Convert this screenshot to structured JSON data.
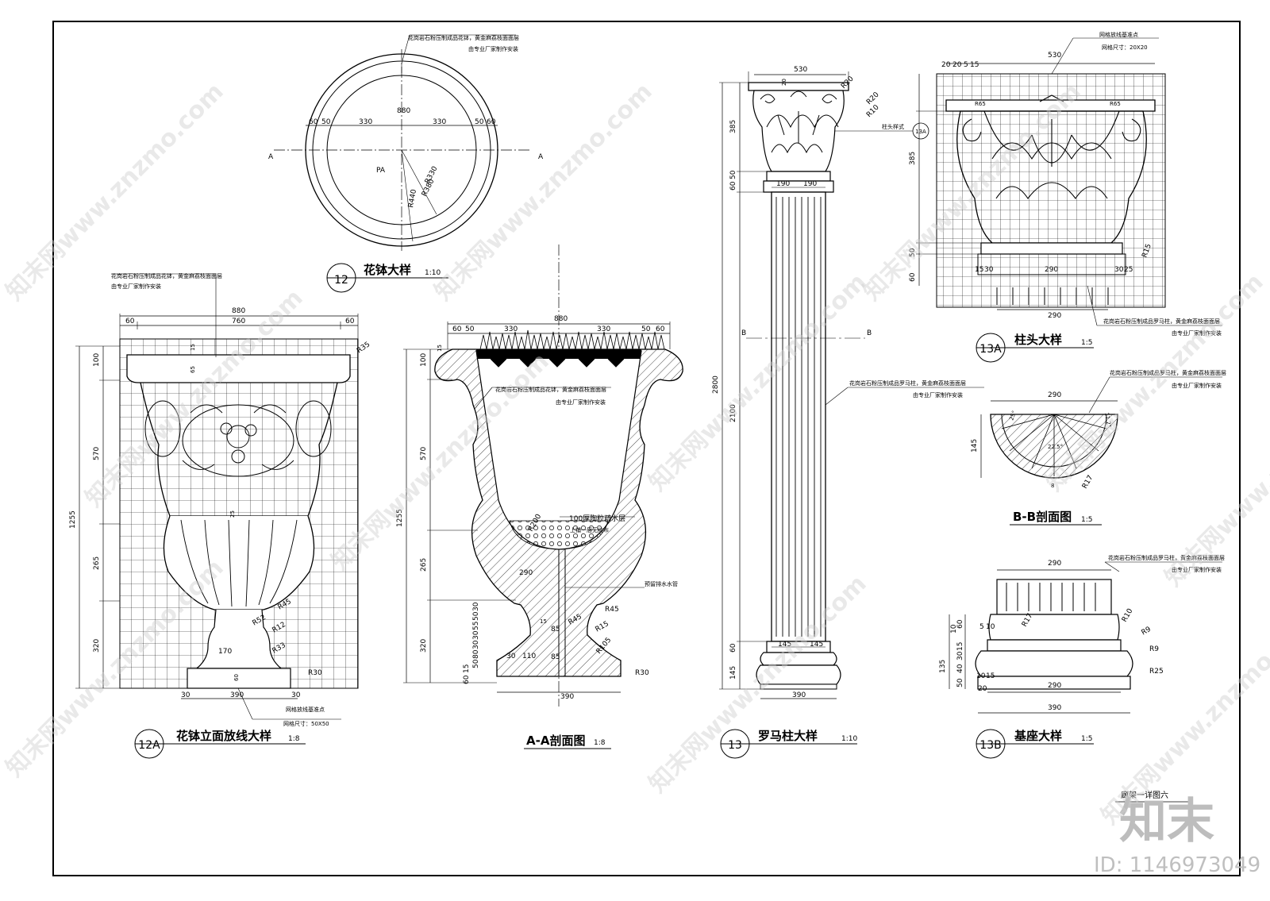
{
  "colors": {
    "line": "#000000",
    "grid": "#000000",
    "watermark": "#cfcfcf",
    "id_text": "#bfbfbf"
  },
  "vase_plan": {
    "callout_1": "花岗岩石粉压制成品花钵，黄金麻荔枝面面层",
    "callout_2": "由专业厂家制作安装",
    "dim_total": "880",
    "dim_60a": "60",
    "dim_50a": "50",
    "dim_330a": "330",
    "dim_330b": "330",
    "dim_50b": "50",
    "dim_60b": "60",
    "section_a_left": "A",
    "section_a_right": "A",
    "label_pa": "PA",
    "r330": "R330",
    "r380": "R380",
    "r440": "R440",
    "num": "12",
    "title": "花钵大样",
    "scale": "1:10"
  },
  "vase_elev": {
    "callout_1": "花岗岩石粉压制成品花钵，黄金麻荔枝面面层",
    "callout_2": "由专业厂家制作安装",
    "dim_880": "880",
    "dim_60a": "60",
    "dim_760": "760",
    "dim_60b": "60",
    "r35": "R35",
    "dim_15": "15",
    "dim_65": "65",
    "dim_25": "25",
    "v100": "100",
    "v570": "570",
    "v1255": "1255",
    "v265": "265",
    "v320": "320",
    "r45": "R45",
    "r52": "R52",
    "r12": "R12",
    "r33": "R33",
    "r30": "R30",
    "dim_170": "170",
    "dim_60c": "60",
    "b30a": "30",
    "b390": "390",
    "b30b": "30",
    "grid_note_1": "网格放线基准点",
    "grid_note_2": "网格尺寸：50X50",
    "num": "12A",
    "title": "花钵立面放线大样",
    "scale": "1:8"
  },
  "vase_section": {
    "dim_880": "880",
    "dim_60a": "60",
    "dim_50a": "50",
    "dim_330a": "330",
    "dim_330b": "330",
    "dim_50b": "50",
    "dim_60b": "60",
    "dim_15": "15",
    "callout_1": "花岗岩石粉压制成品花钵，黄金麻荔枝面面层",
    "callout_2": "由专业厂家制作安装",
    "v100": "100",
    "v570": "570",
    "v1255": "1255",
    "v265": "265",
    "v320": "320",
    "r200": "R200",
    "drain_1": "100厚陶粒疏水层",
    "drain_2": "上铺一层无纺布",
    "dim_290": "290",
    "pipe": "预留排水水管",
    "r45a": "R45",
    "r45b": "R45",
    "r15": "R15",
    "r105": "R105",
    "r30": "R30",
    "dim_85a": "85",
    "dim_85b": "85",
    "dim_15b": "15",
    "dim_30": "30",
    "dim_110": "110",
    "dim_390": "390",
    "stack": [
      "30",
      "50",
      "55",
      "30",
      "30",
      "80",
      "50"
    ],
    "stack2": [
      "15",
      "60"
    ],
    "title": "A-A剖面图",
    "scale": "1:8"
  },
  "column": {
    "dim_530": "530",
    "r20a": "R20",
    "r20b": "R20",
    "r10": "R10",
    "dim_20": "20",
    "cap_label": "柱头样式",
    "cap_ref": "13A",
    "v385": "385",
    "v60": "60",
    "v50": "50",
    "v2800": "2800",
    "v2100": "2100",
    "v60b": "60",
    "v145": "145",
    "dim_190a": "190",
    "dim_190b": "190",
    "sec_b_left": "B",
    "sec_b_right": "B",
    "callout_1": "花岗岩石粉压制成品罗马柱，黄金麻荔枝面面层",
    "callout_2": "由专业厂家制作安装",
    "dim_145a": "145",
    "dim_145b": "145",
    "dim_390": "390",
    "num": "13",
    "title": "罗马柱大样",
    "scale": "1:10"
  },
  "capital": {
    "grid_note_1": "网格放线基准点",
    "grid_note_2": "网格尺寸：20X20",
    "dim_530": "530",
    "dim_20a": "20",
    "dim_20b": "20",
    "dim_5": "5",
    "dim_15": "15",
    "r65a": "R65",
    "r65b": "R65",
    "v385": "385",
    "v50": "50",
    "v60": "60",
    "dim_15b": "15",
    "dim_30": "30",
    "dim_290a": "290",
    "dim_30b": "30",
    "dim_25": "25",
    "r15": "R15",
    "dim_290b": "290",
    "callout_1": "花岗岩石粉压制成品罗马柱，黄金麻荔枝面面层",
    "callout_2": "由专业厂家制作安装",
    "num": "13A",
    "title": "柱头大样",
    "scale": "1:5"
  },
  "bb_section": {
    "callout_1": "花岗岩石粉压制成品罗马柱，黄金麻荔枝面面层",
    "callout_2": "由专业厂家制作安装",
    "dim_290": "290",
    "dim_145": "145",
    "ang_25": "25°",
    "ang_112": "11.2°",
    "ang_225": "22.5°",
    "dim_8": "8",
    "r17": "R17",
    "title": "B-B剖面图",
    "scale": "1:5"
  },
  "base": {
    "callout_1": "花岗岩石粉压制成品罗马柱，黄金麻荔枝面面层",
    "callout_2": "由专业厂家制作安装",
    "dim_290a": "290",
    "r17": "R17",
    "r10": "R10",
    "r9a": "R9",
    "r9b": "R9",
    "r25": "R25",
    "v10": "10",
    "v60": "60",
    "v135": "135",
    "v15": "15",
    "v30": "30",
    "v40": "40",
    "v50": "50",
    "dim_5": "5",
    "dim_10a": "10",
    "dim_10b": "10",
    "dim_15": "15",
    "dim_20": "20",
    "dim_290b": "290",
    "dim_390": "390",
    "num": "13B",
    "title": "基座大样",
    "scale": "1:5"
  },
  "sheet": {
    "sheet_title": "廊架一详图六",
    "brand": "知末",
    "id_text": "ID: 1146973049",
    "watermark": "知末网www.znzmo.com"
  }
}
